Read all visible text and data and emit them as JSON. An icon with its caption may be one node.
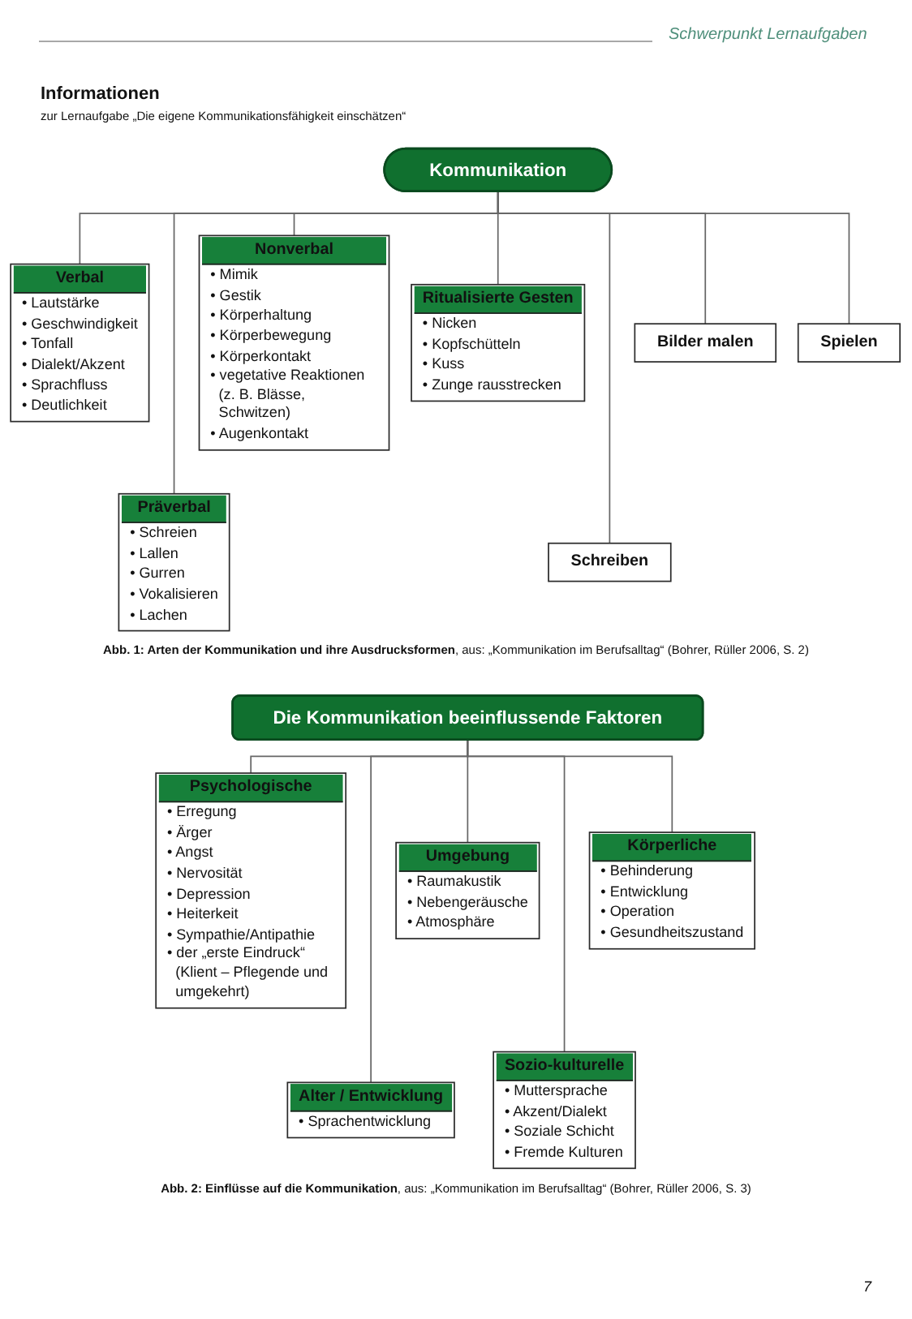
{
  "diagram": {
    "title": "Informationen",
    "nodes": [
      {
        "text": [
          "Kommunikation"
        ]
      },
      {
        "text": [
          "Verbal",
          "• Lautstärke",
          "• Geschwindigkeit",
          "• Tonfall",
          "• Dialekt/Akzent",
          "• Sprachfluss",
          "• Deutlichkeit"
        ]
      },
      {
        "text": [
          "Präverbal",
          "• Schreien",
          "• Lallen",
          "• Gurren",
          "• Vokalisieren",
          "• Lachen"
        ]
      },
      {
        "text": [
          "Nonverbal",
          "• Mimik",
          "• Gestik",
          "• Körperhaltung",
          "• Körperbewegung",
          "• Körperkontakt",
          "• vegetative Reaktionen (z. B. Blässe, Schwitzen)",
          "• Augenkontakt"
        ]
      },
      {
        "text": [
          "Ritualisierte Gesten",
          "• Nicken",
          "• Kopfschütteln",
          "• Kuss",
          "• Zunge rausstrecken"
        ]
      },
      {
        "text": [
          "Schreiben"
        ]
      },
      {
        "text": [
          "Bilder malen"
        ]
      },
      {
        "text": [
          "Spielen"
        ]
      },
      {
        "text": [
          "Die Kommunikation beeinflussende Faktoren"
        ]
      },
      {
        "text": [
          "Psychologische",
          "• Erregung",
          "• Ärger",
          "• Angst",
          "• Nervosität",
          "• Depression",
          "• Heiterkeit",
          "• Sympathie/Antipathie",
          "• der „erste Eindruck“ (Klient – Pflegende und umgekehrt)"
        ]
      },
      {
        "text": [
          "Alter / Entwicklung",
          "• Sprachentwicklung"
        ]
      },
      {
        "text": [
          "Umgebung",
          "• Raumakustik",
          "• Nebengeräusche",
          "• Atmosphäre"
        ]
      },
      {
        "text": [
          "Sozio-kulturelle",
          "• Muttersprache",
          "• Akzent/Dialekt",
          "• Soziale Schicht",
          "• Fremde Kulturen"
        ]
      },
      {
        "text": [
          "Körperliche",
          "• Behinderung",
          "• Entwicklung",
          "• Operation",
          "• Gesundheitszustand"
        ]
      }
    ],
    "edges": [
      {
        "from": 0,
        "to": 1,
        "arrow": "none"
      },
      {
        "from": 0,
        "to": 2,
        "arrow": "none"
      },
      {
        "from": 0,
        "to": 3,
        "arrow": "none"
      },
      {
        "from": 0,
        "to": 4,
        "arrow": "none"
      },
      {
        "from": 0,
        "to": 5,
        "arrow": "none"
      },
      {
        "from": 0,
        "to": 6,
        "arrow": "none"
      },
      {
        "from": 0,
        "to": 7,
        "arrow": "none"
      },
      {
        "from": 8,
        "to": 9,
        "arrow": "none"
      },
      {
        "from": 8,
        "to": 10,
        "arrow": "none"
      },
      {
        "from": 8,
        "to": 11,
        "arrow": "none"
      },
      {
        "from": 8,
        "to": 12,
        "arrow": "none"
      },
      {
        "from": 8,
        "to": 13,
        "arrow": "none"
      }
    ],
    "labels": [
      "Schwerpunkt Lernaufgaben",
      "zur Lernaufgabe „Die eigene Kommunikationsfähigkeit einschätzen“",
      "**Abb. 1: Arten der Kommunikation und ihre Ausdrucksformen**, aus: „Kommunikation im Berufsalltag“ (Bohrer, Rüller 2006, S. 2)",
      "**Abb. 2: Einflüsse auf die Kommunikation**, aus: „Kommunikation im Berufsalltag“ (Bohrer, Rüller 2006, S. 3)",
      "7"
    ]
  }
}
